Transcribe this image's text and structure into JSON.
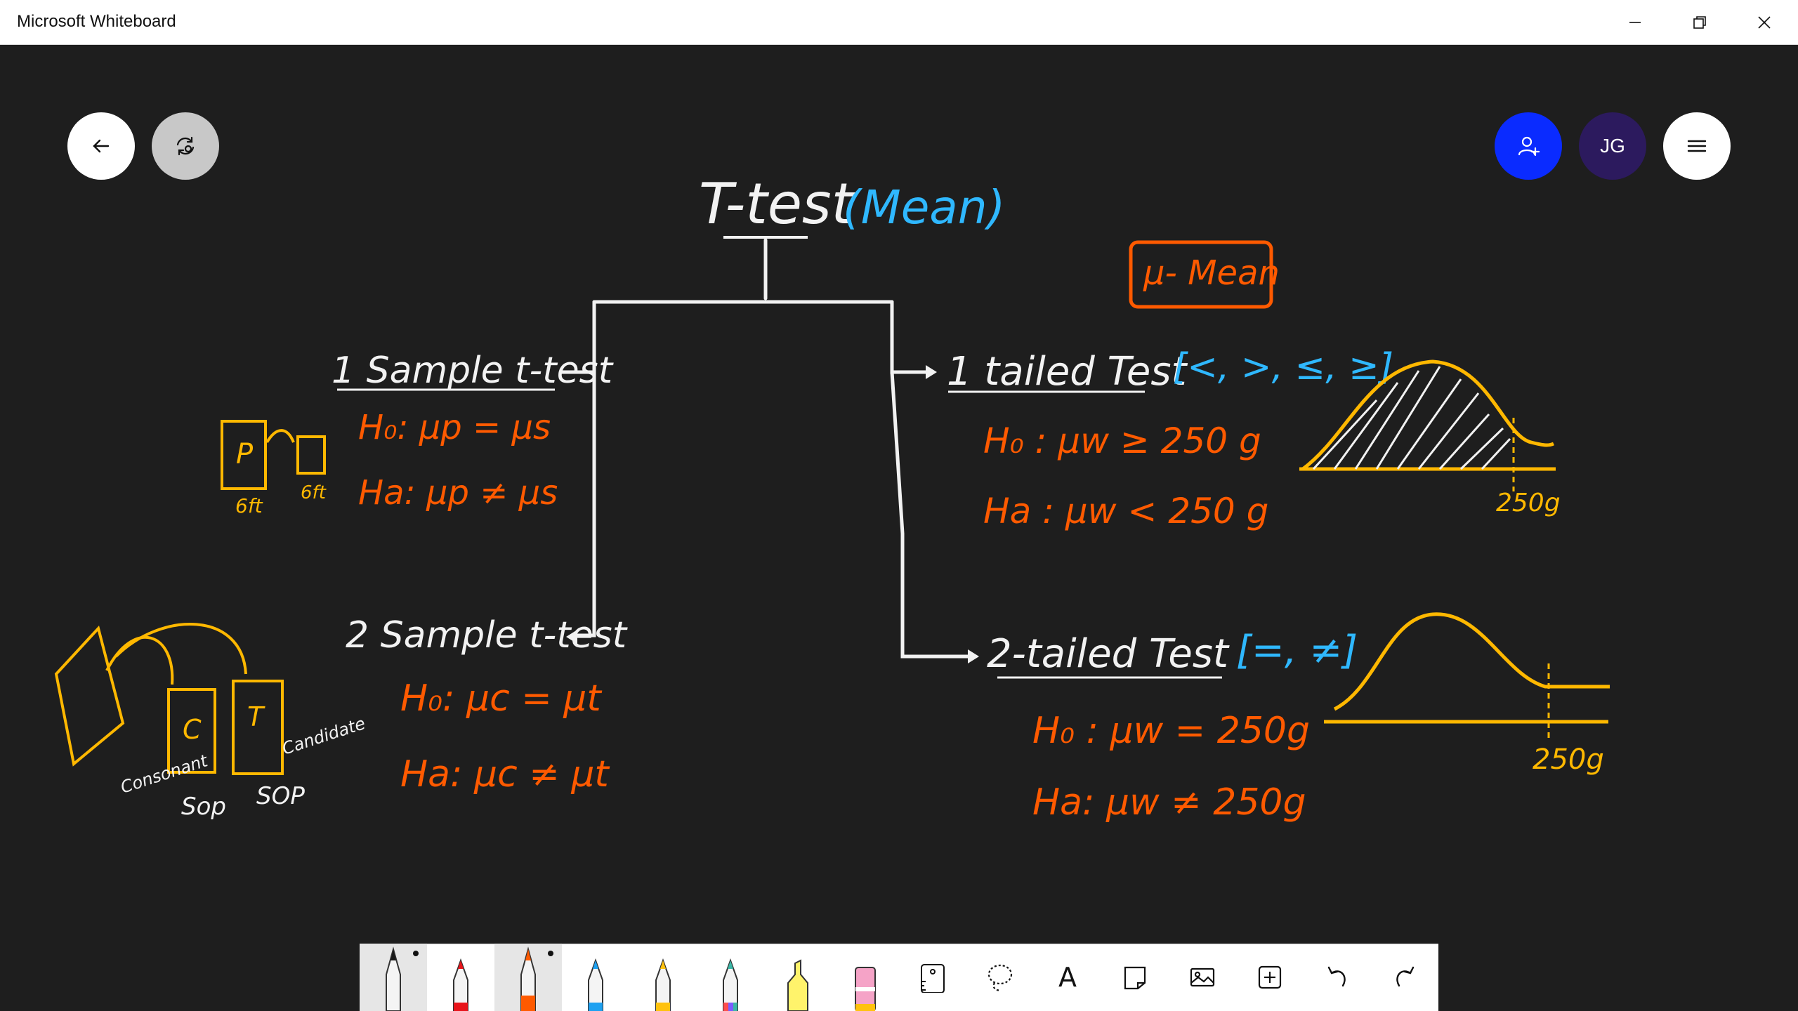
{
  "window": {
    "title": "Microsoft Whiteboard",
    "minimize_icon": "minimize-icon",
    "restore_icon": "restore-icon",
    "close_icon": "close-icon"
  },
  "top_controls": {
    "back_icon": "arrow-left-icon",
    "sync_icon": "sync-settings-icon",
    "invite_icon": "add-person-icon",
    "user_initials": "JG",
    "menu_icon": "hamburger-menu-icon"
  },
  "colors": {
    "white_ink": "#f2f2f2",
    "orange_ink": "#ff5a00",
    "blue_ink": "#2fb8ff",
    "yellow_ink": "#ffb800",
    "invite_button": "#0a2bff",
    "avatar": "#2c1a5e"
  },
  "whiteboard": {
    "title": "T-test",
    "title_paren": "(Mean)",
    "mu_note": "μ- Mean",
    "one_sample": {
      "label": "1 Sample t-test",
      "h0": "H₀: μp = μs",
      "ha": "Ha: μp ≠ μs",
      "sketch_small": "6ft"
    },
    "two_sample": {
      "label": "2 Sample t-test",
      "h0": "H₀: μc = μt",
      "ha": "Ha: μc ≠ μt",
      "left_caption": "Consonant",
      "right_caption": "Candidate",
      "left_box": "C",
      "right_box": "T",
      "left_sub": "Sop",
      "right_sub": "SOP"
    },
    "one_tailed": {
      "label": "1 tailed Test",
      "symbols": "[<, >, ≤, ≥]",
      "h0": "H₀ : μw ≥ 250 g",
      "ha": "Ha : μw < 250 g",
      "curve_label": "250g"
    },
    "two_tailed": {
      "label": "2-tailed Test",
      "symbols": "[=, ≠]",
      "h0": "H₀ : μw = 250g",
      "ha": "Ha: μw ≠ 250g",
      "curve_label": "250g"
    }
  },
  "toolbar": {
    "tools": [
      {
        "name": "pen-black",
        "color": "#1a1a1a",
        "selected": true
      },
      {
        "name": "pen-red",
        "color": "#e8141b",
        "selected": false
      },
      {
        "name": "pen-orange",
        "color": "#ff5a00",
        "selected": true
      },
      {
        "name": "pen-blue",
        "color": "#1ea1f1",
        "selected": false
      },
      {
        "name": "pen-yellow",
        "color": "#ffc20e",
        "selected": false
      },
      {
        "name": "pen-rainbow",
        "color": "#7a5cff",
        "selected": false
      },
      {
        "name": "highlighter",
        "color": "#fff36b",
        "selected": false
      },
      {
        "name": "eraser",
        "color": "#f5a3c7",
        "selected": false
      }
    ],
    "ruler_icon": "ruler-icon",
    "lasso_icon": "lasso-icon",
    "text_label": "A",
    "note_icon": "sticky-note-icon",
    "image_icon": "image-icon",
    "insert_icon": "insert-plus-icon",
    "undo_icon": "undo-icon",
    "redo_icon": "redo-icon"
  }
}
